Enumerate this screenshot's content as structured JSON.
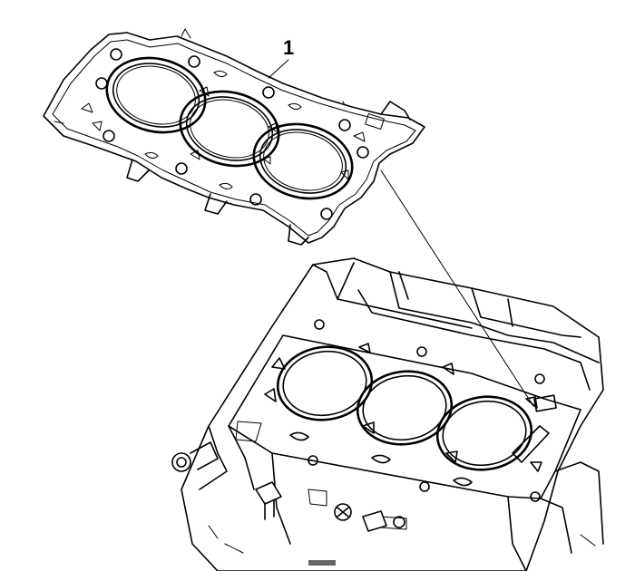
{
  "callouts": [
    {
      "id": "1",
      "label": "1"
    }
  ],
  "components": {
    "gasket": {
      "name": "cylinder-head-gasket",
      "bore_count": 3
    },
    "engine_block": {
      "name": "engine-block",
      "bore_count": 3
    }
  },
  "colors": {
    "ink": "#000000",
    "paper": "#ffffff"
  }
}
